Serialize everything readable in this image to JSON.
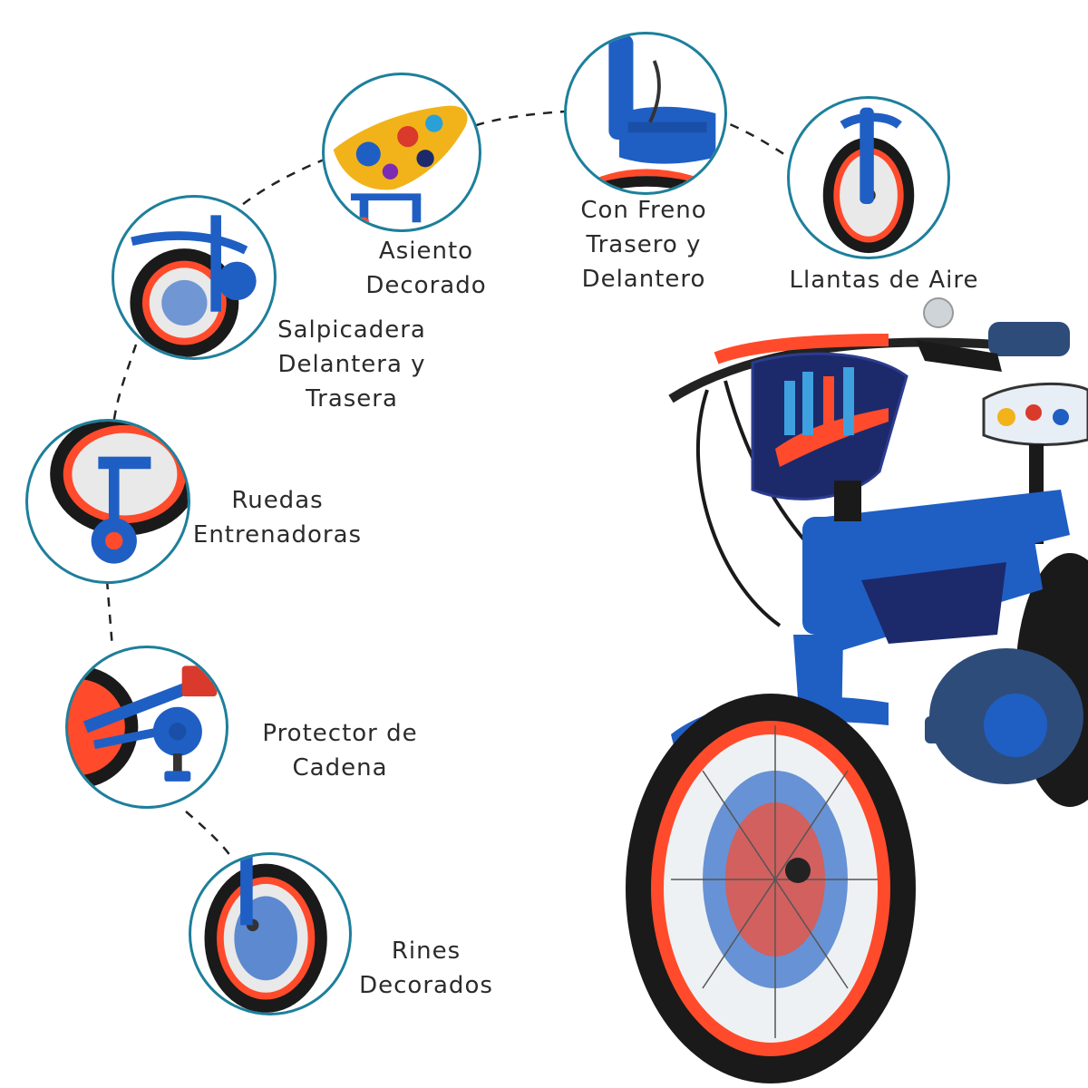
{
  "features": [
    {
      "id": "asiento",
      "lines": [
        "Asiento",
        "Decorado"
      ],
      "icon": "decorated-seat-icon"
    },
    {
      "id": "freno",
      "lines": [
        "Con Freno",
        "Trasero y",
        "Delantero"
      ],
      "icon": "brake-icon"
    },
    {
      "id": "llantas",
      "lines": [
        "Llantas de Aire"
      ],
      "icon": "air-tire-icon"
    },
    {
      "id": "salpicadera",
      "lines": [
        "Salpicadera",
        "Delantera y",
        "Trasera"
      ],
      "icon": "fender-icon"
    },
    {
      "id": "ruedas",
      "lines": [
        "Ruedas",
        "Entrenadoras"
      ],
      "icon": "training-wheels-icon"
    },
    {
      "id": "protector",
      "lines": [
        "Protector de",
        "Cadena"
      ],
      "icon": "chain-guard-icon"
    },
    {
      "id": "rines",
      "lines": [
        "Rines",
        "Decorados"
      ],
      "icon": "decorated-rims-icon"
    }
  ],
  "colors": {
    "ring": "#1d7f9b",
    "frame_blue": "#1f5fc4",
    "rim_orange": "#ff4b2b",
    "tire_black": "#1a1a1a",
    "text": "#2b2b2b",
    "plate_navy": "#1c2a6b"
  }
}
